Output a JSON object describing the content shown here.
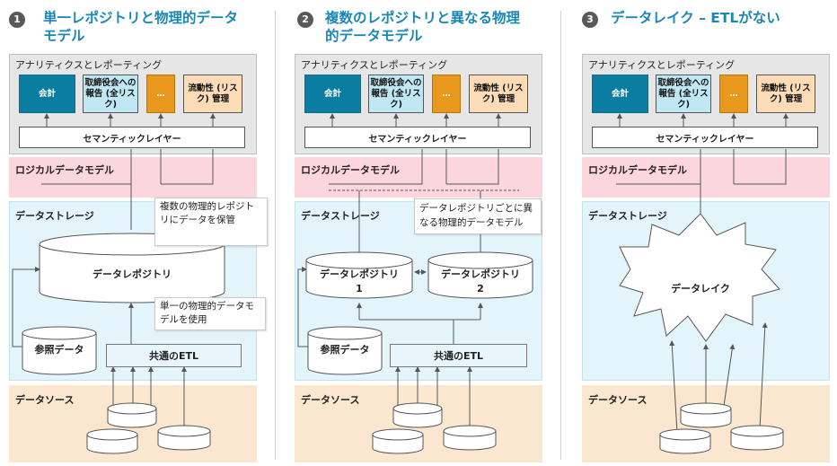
{
  "panels": [
    {
      "number": "1",
      "title_line1": "単一レポジトリと物理的データ",
      "title_line2": "モデル",
      "analytics_label": "アナリティクスとレポーティング",
      "boxes": [
        "会計",
        "取締役会への報告 (全リスク)",
        "…",
        "流動性 (リスク) 管理"
      ],
      "semantic_layer": "セマンティックレイヤー",
      "logical_label": "ロジカルデータモデル",
      "storage_label": "データストレージ",
      "repository": "データレポジトリ",
      "callout_top": "複数の物理的レポジトリにデータを保管",
      "callout_bottom": "単一の物理的データモデルを使用",
      "reference": "参照データ",
      "etl": "共通のETL",
      "source_label": "データソース"
    },
    {
      "number": "2",
      "title_line1": "複数のレポジトリと異なる物理",
      "title_line2": "的データモデル",
      "analytics_label": "アナリティクスとレポーティング",
      "boxes": [
        "会計",
        "取締役会への報告 (全リスク)",
        "…",
        "流動性 (リスク) 管理"
      ],
      "semantic_layer": "セマンティックレイヤー",
      "logical_label": "ロジカルデータモデル",
      "storage_label": "データストレージ",
      "callout": "データレポジトリごとに異なる物理的データモデル",
      "repo1_line1": "データレポジトリ",
      "repo1_line2": "1",
      "repo2_line1": "データレポジトリ",
      "repo2_line2": "2",
      "reference": "参照データ",
      "etl": "共通のETL",
      "source_label": "データソース"
    },
    {
      "number": "3",
      "title_line1": "データレイク – ETLがない",
      "analytics_label": "アナリティクスとレポーティング",
      "boxes": [
        "会計",
        "取締役会への報告 (全リスク)",
        "…",
        "流動性 (リスク) 管理"
      ],
      "semantic_layer": "セマンティックレイヤー",
      "logical_label": "ロジカルデータモデル",
      "storage_label": "データストレージ",
      "lake": "データレイク",
      "source_label": "データソース"
    }
  ],
  "colors": {
    "title": "#1a87b8",
    "teal_box": "#0b7da1",
    "light_box": "#bfe7f4",
    "orange_box": "#e8981d",
    "peach_box": "#fbdcb6",
    "analytics_band": "#e6e6e6",
    "logical_band": "#fbd7dd",
    "storage_band": "#e3f5fb",
    "source_band": "#fbe6cf"
  }
}
